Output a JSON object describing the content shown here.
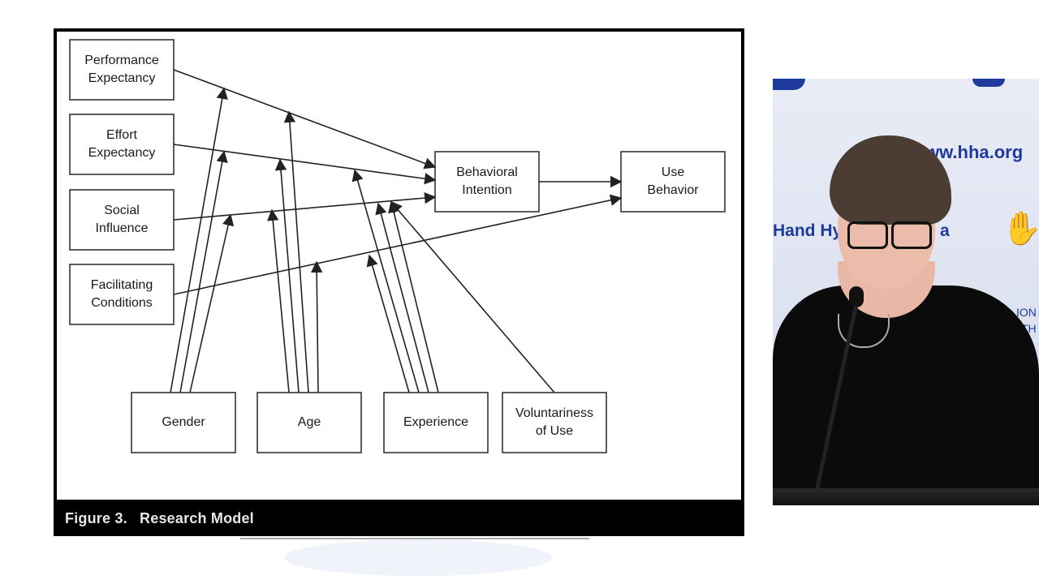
{
  "slide": {
    "caption_figure": "Figure 3.",
    "caption_title": "Research Model"
  },
  "diagram": {
    "nodes": [
      {
        "id": "pe",
        "lines": [
          "Performance",
          "Expectancy"
        ]
      },
      {
        "id": "ee",
        "lines": [
          "Effort",
          "Expectancy"
        ]
      },
      {
        "id": "si",
        "lines": [
          "Social",
          "Influence"
        ]
      },
      {
        "id": "fc",
        "lines": [
          "Facilitating",
          "Conditions"
        ]
      },
      {
        "id": "bi",
        "lines": [
          "Behavioral",
          "Intention"
        ]
      },
      {
        "id": "ub",
        "lines": [
          "Use",
          "Behavior"
        ]
      },
      {
        "id": "gender",
        "lines": [
          "Gender"
        ]
      },
      {
        "id": "age",
        "lines": [
          "Age"
        ]
      },
      {
        "id": "exp",
        "lines": [
          "Experience"
        ]
      },
      {
        "id": "vol",
        "lines": [
          "Voluntariness",
          "of Use"
        ]
      }
    ],
    "edges": [
      {
        "from": "pe",
        "to": "bi"
      },
      {
        "from": "ee",
        "to": "bi"
      },
      {
        "from": "si",
        "to": "bi"
      },
      {
        "from": "fc",
        "to": "ub"
      },
      {
        "from": "bi",
        "to": "ub"
      },
      {
        "from": "gender",
        "to": "pe-bi"
      },
      {
        "from": "gender",
        "to": "ee-bi"
      },
      {
        "from": "gender",
        "to": "si-bi"
      },
      {
        "from": "age",
        "to": "pe-bi"
      },
      {
        "from": "age",
        "to": "ee-bi"
      },
      {
        "from": "age",
        "to": "si-bi"
      },
      {
        "from": "age",
        "to": "fc-ub"
      },
      {
        "from": "exp",
        "to": "ee-bi"
      },
      {
        "from": "exp",
        "to": "si-bi"
      },
      {
        "from": "exp",
        "to": "fc-ub"
      },
      {
        "from": "vol",
        "to": "si-bi"
      }
    ]
  },
  "video": {
    "banner_url": "ww.hha.org",
    "banner_name": "Hand Hy",
    "banner_suffix": "a",
    "side_text_1": "ION",
    "side_text_2": "TH"
  },
  "colors": {
    "diagram_stroke": "#222222",
    "banner_blue": "#1d3a9c",
    "caption_bar": "#000000"
  }
}
